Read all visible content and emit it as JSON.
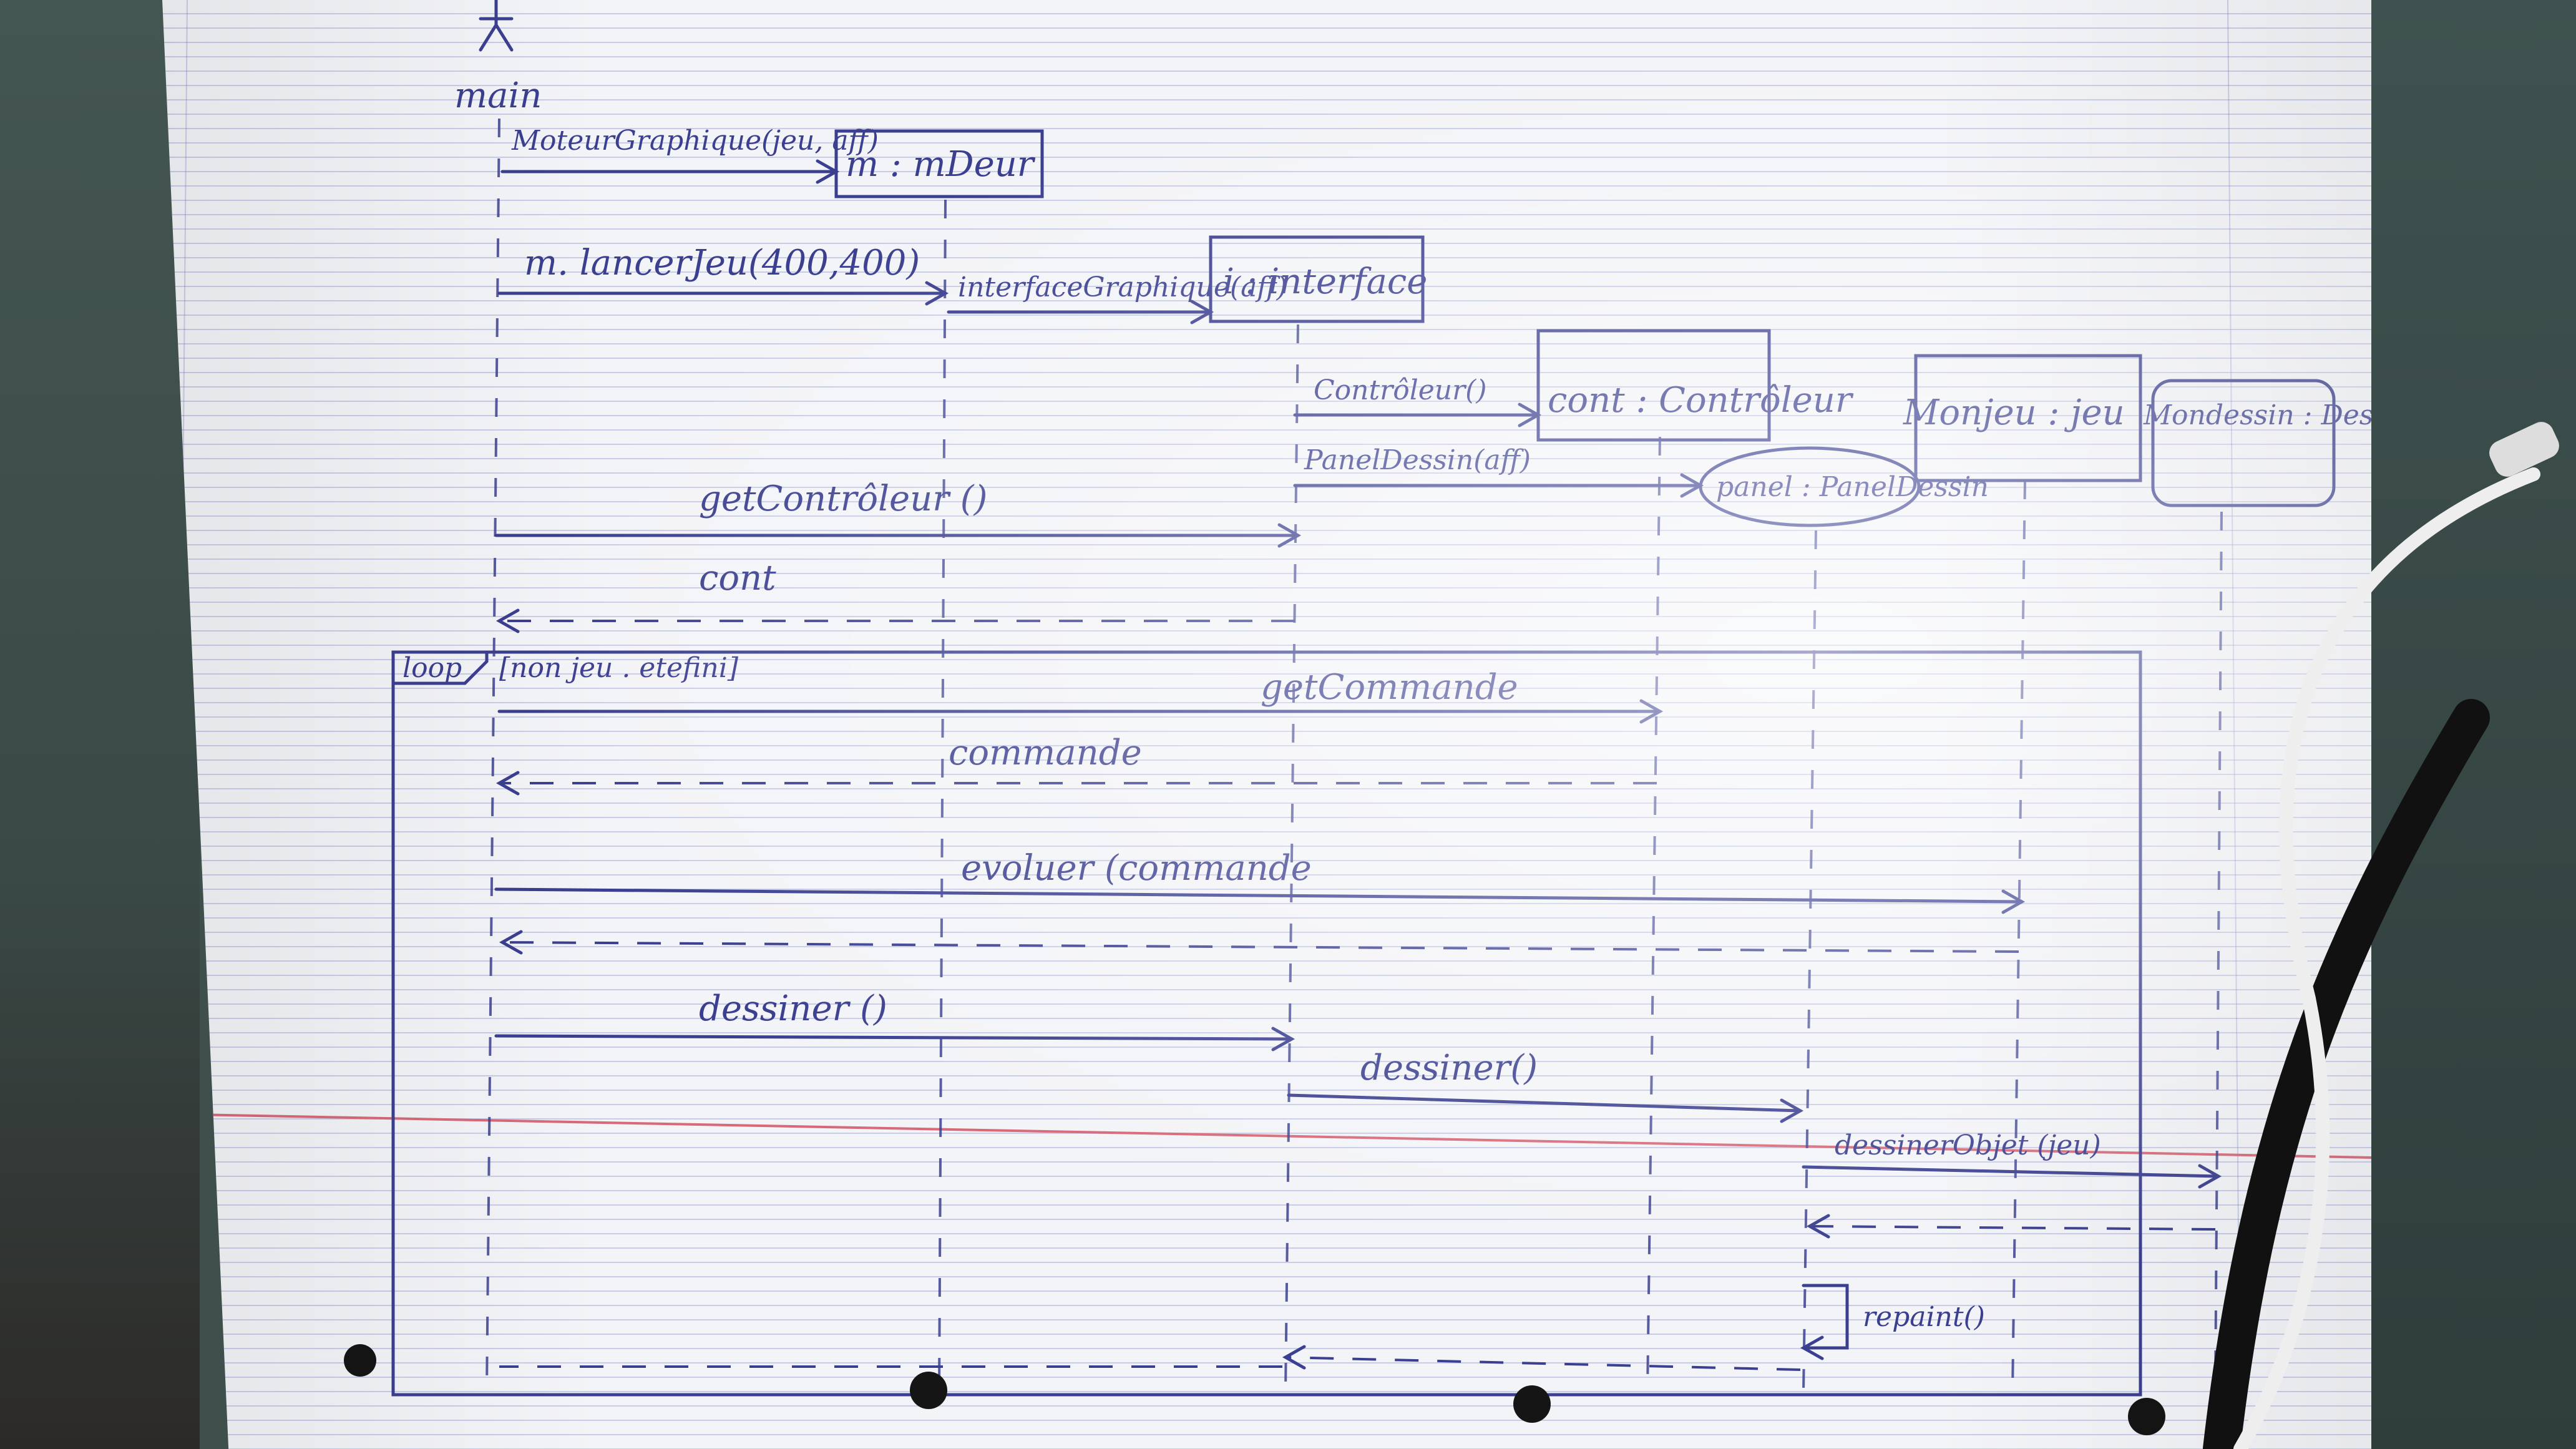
{
  "diagram": {
    "actor": {
      "name": "main"
    },
    "participants": [
      {
        "id": "moteur",
        "label": "m : mDeur"
      },
      {
        "id": "interface",
        "label": "i : interface"
      },
      {
        "id": "controleur",
        "label": "cont : Contrôleur"
      },
      {
        "id": "panel",
        "label": "panel : PanelDessin"
      },
      {
        "id": "jeu",
        "label": "Monjeu : jeu"
      },
      {
        "id": "dessin",
        "label": "Mondessin : DessinJeu"
      }
    ],
    "messages": {
      "m1": "MoteurGraphique(jeu, aff)",
      "m2": "m. lancerJeu(400,400)",
      "m3": "interfaceGraphique(aff)",
      "m4": "Contrôleur()",
      "m5": "PanelDessin(aff)",
      "m6": "getContrôleur ()",
      "m7": "cont",
      "m8": "getCommande",
      "m9": "commande",
      "m10": "evoluer (commande",
      "m11": "dessiner ()",
      "m12": "dessiner()",
      "m13": "dessinerObjet (jeu)",
      "m14": "repaint()"
    },
    "loop": {
      "tag": "loop",
      "guard": "[non jeu . etefini]"
    }
  }
}
